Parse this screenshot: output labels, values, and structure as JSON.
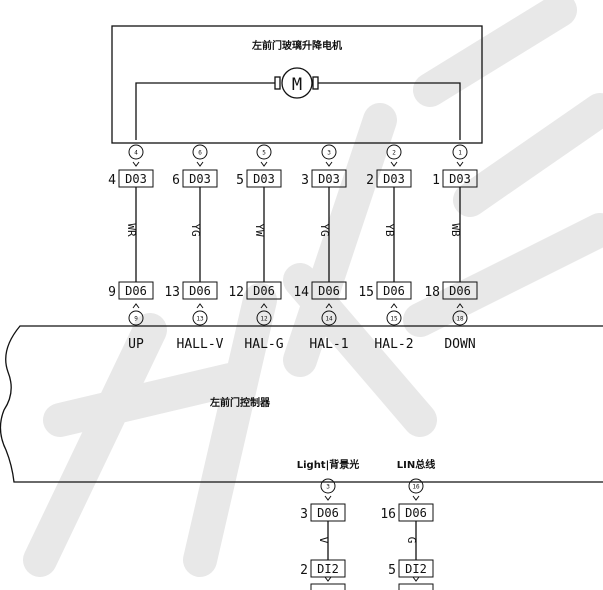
{
  "motor_assembly": {
    "title": "左前门玻璃升降电机",
    "motor_symbol": "M"
  },
  "controller": {
    "title": "左前门控制器"
  },
  "upper_wires": [
    {
      "top_pin": "4",
      "top_connector": "D03",
      "color_code": "WR",
      "bottom_pin": "9",
      "bottom_connector": "D06",
      "signal": "UP",
      "top_terminal": "4",
      "bottom_terminal": "9"
    },
    {
      "top_pin": "6",
      "top_connector": "D03",
      "color_code": "YG",
      "bottom_pin": "13",
      "bottom_connector": "D06",
      "signal": "HALL-V",
      "top_terminal": "6",
      "bottom_terminal": "13"
    },
    {
      "top_pin": "5",
      "top_connector": "D03",
      "color_code": "YW",
      "bottom_pin": "12",
      "bottom_connector": "D06",
      "signal": "HAL-G",
      "top_terminal": "5",
      "bottom_terminal": "12"
    },
    {
      "top_pin": "3",
      "top_connector": "D03",
      "color_code": "YG",
      "bottom_pin": "14",
      "bottom_connector": "D06",
      "signal": "HAL-1",
      "top_terminal": "3",
      "bottom_terminal": "14"
    },
    {
      "top_pin": "2",
      "top_connector": "D03",
      "color_code": "YB",
      "bottom_pin": "15",
      "bottom_connector": "D06",
      "signal": "HAL-2",
      "top_terminal": "2",
      "bottom_terminal": "15"
    },
    {
      "top_pin": "1",
      "top_connector": "D03",
      "color_code": "WB",
      "bottom_pin": "18",
      "bottom_connector": "D06",
      "signal": "DOWN",
      "top_terminal": "1",
      "bottom_terminal": "18"
    }
  ],
  "lower_wires": [
    {
      "signal": "Light|背景光",
      "terminal": "3",
      "pin": "3",
      "connector": "D06",
      "color_code": "V",
      "next_pin": "2",
      "next_connector": "DI2"
    },
    {
      "signal": "LIN总线",
      "terminal": "16",
      "pin": "16",
      "connector": "D06",
      "color_code": "G",
      "next_pin": "5",
      "next_connector": "DI2"
    }
  ],
  "watermark": {
    "color": "#e8e8e8"
  }
}
